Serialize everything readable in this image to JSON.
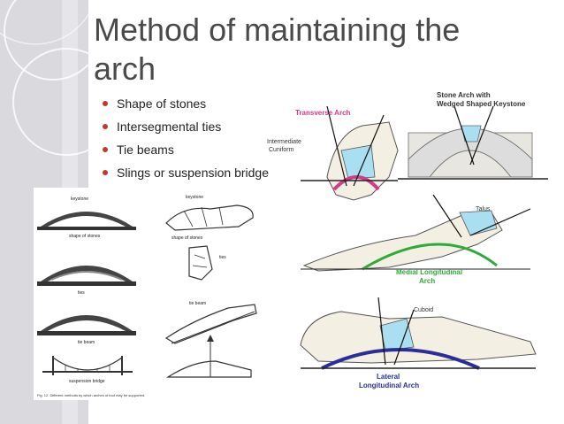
{
  "slide": {
    "title": "Method of maintaining the arch",
    "bullets": [
      "Shape of stones",
      "Intersegmental ties",
      "Tie beams",
      "Slings or suspension bridge"
    ]
  },
  "left_figure": {
    "labels": {
      "keystone": "keystone",
      "shape_of_stones": "shape of stones",
      "keystone_right": "keystone",
      "shape_of_stones_right": "shape of stones",
      "ties_left": "ties",
      "ties_right": "ties",
      "tie_beam": "tie beam",
      "tie_beam_right": "tie beam",
      "suspension": "suspension bridge",
      "caption": "Fig. 12. Different methods by which arches of foot may be supported."
    }
  },
  "right_figure": {
    "labels": {
      "stone_arch": "Stone Arch with Wedged Shaped Keystone",
      "transverse_arch": "Transverse Arch",
      "intermediate_cuniform": "Intermediate Cuniform",
      "talus": "Talus",
      "medial_arch": "Medial Longitudinal Arch",
      "cuboid": "Cuboid",
      "lateral_arch": "Lateral Longitudinal Arch"
    },
    "colors": {
      "transverse": "#d23b8a",
      "medial": "#2eaa3a",
      "lateral": "#2b2e9a",
      "highlight": "#a9dff0"
    }
  }
}
